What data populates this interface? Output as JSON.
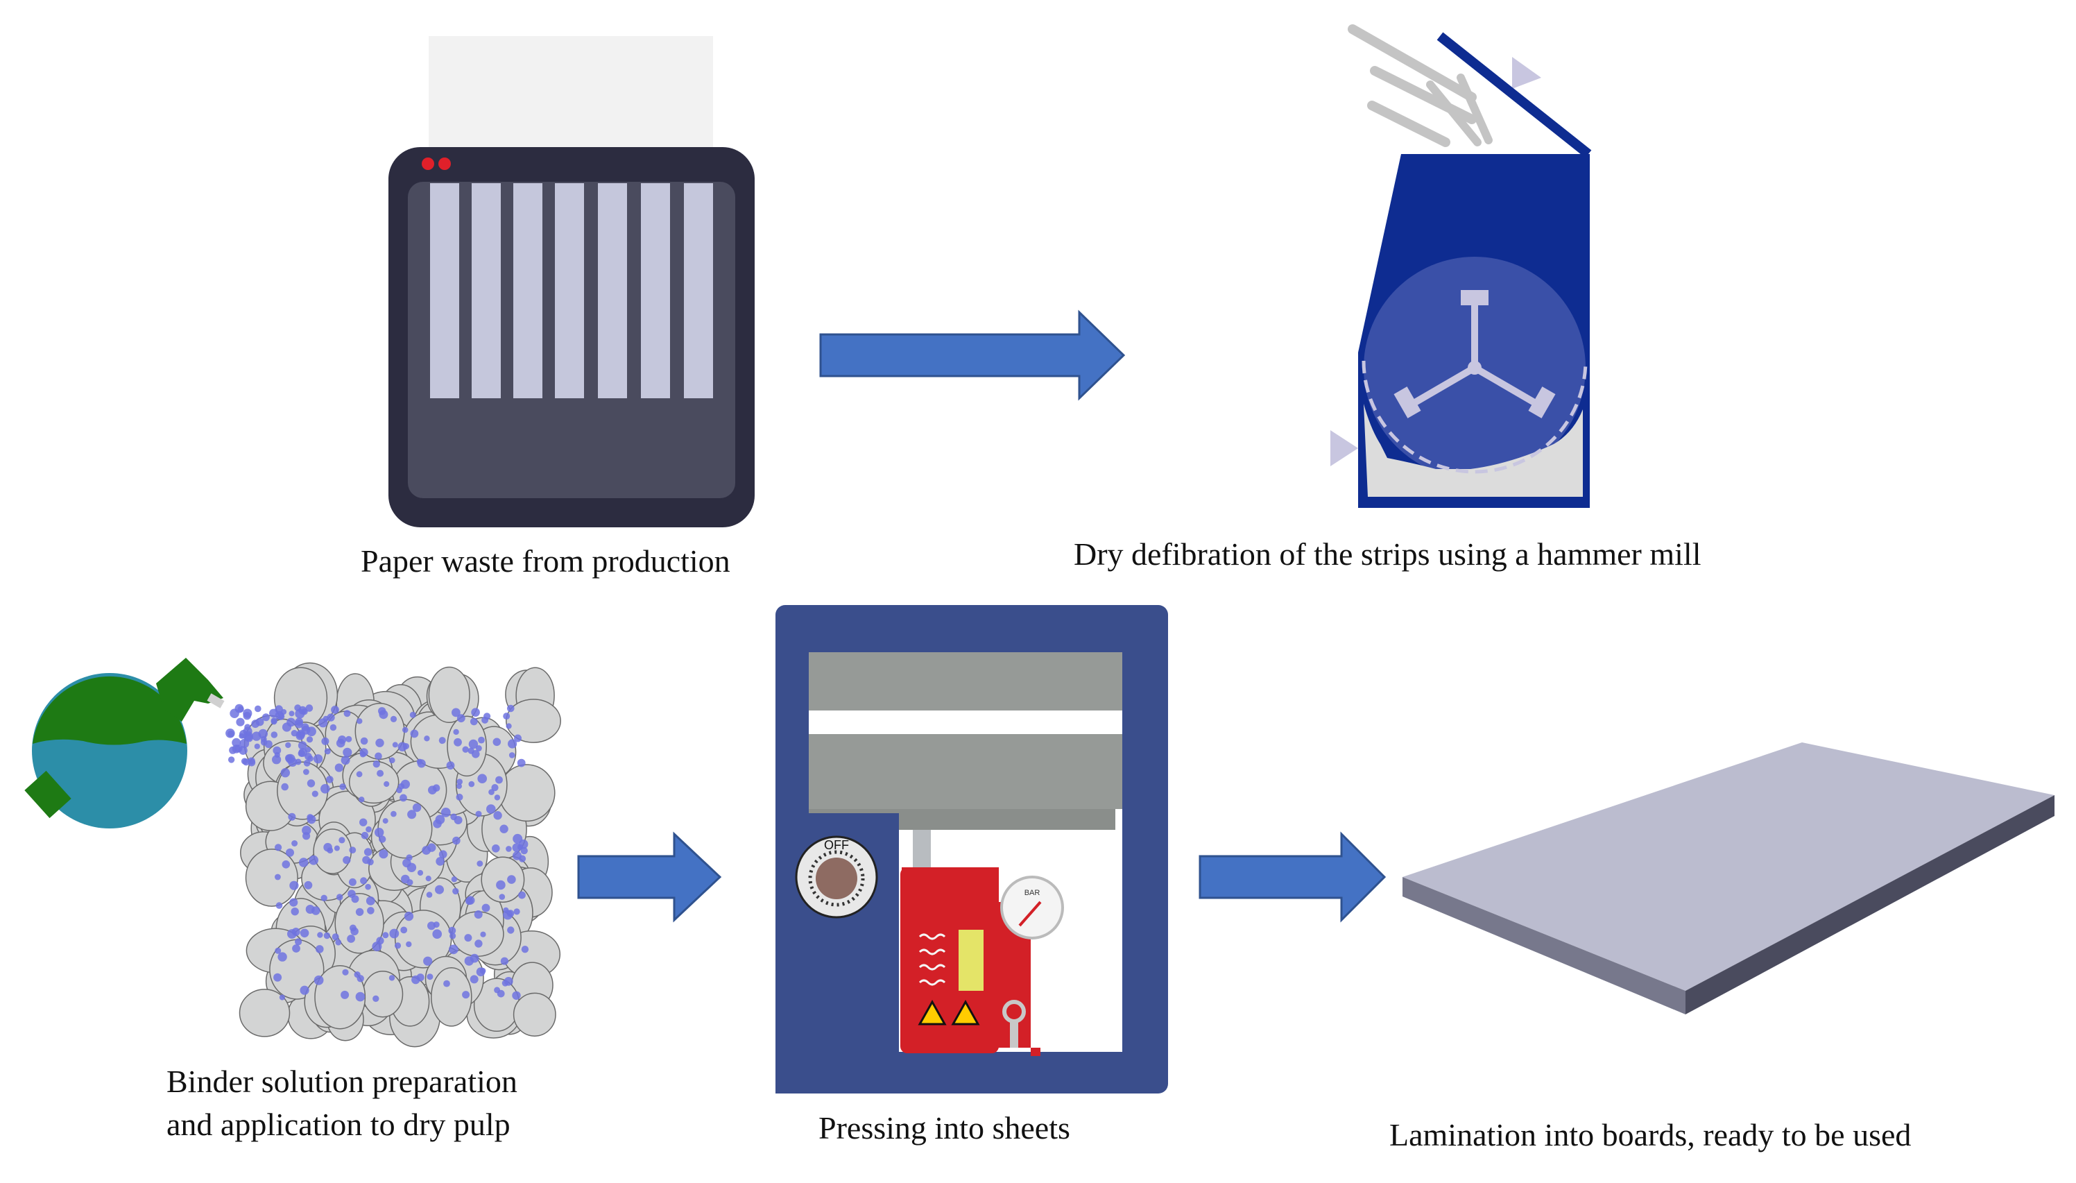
{
  "steps": {
    "paper_waste": {
      "label": "Paper waste from production"
    },
    "defibration": {
      "label": "Dry defibration of the strips using a hammer mill"
    },
    "binder": {
      "label_line1": "Binder solution preparation",
      "label_line2": "and application to dry pulp"
    },
    "pressing": {
      "label": "Pressing into sheets",
      "dial_text": "OFF",
      "gauge_text": "BAR"
    },
    "lamination": {
      "label": "Lamination into boards, ready to be used"
    }
  },
  "colors": {
    "arrow_fill": "#4472C4",
    "arrow_stroke": "#2F528F",
    "shredder_body": "#2C2C40",
    "shredder_panel": "#4A4B5E",
    "strip": "#C5C7DC",
    "mill_blue": "#0E2C91",
    "mill_drum": "#3A50A8",
    "press_frame": "#3A4E8C",
    "press_plate": "#969A97",
    "jack_red": "#D32027",
    "bottle_green": "#1E7A14",
    "bottle_water": "#2C8EA8",
    "droplet": "#6E73E0",
    "fiber_grey": "#D3D4D4",
    "board_top": "#BBBCCF",
    "board_side": "#4A4B5E"
  },
  "icons": [
    "shredder-icon",
    "hammer-mill-icon",
    "spray-bottle-icon",
    "pulp-fibers-icon",
    "hydraulic-press-icon",
    "board-icon",
    "arrow-right-icon"
  ]
}
